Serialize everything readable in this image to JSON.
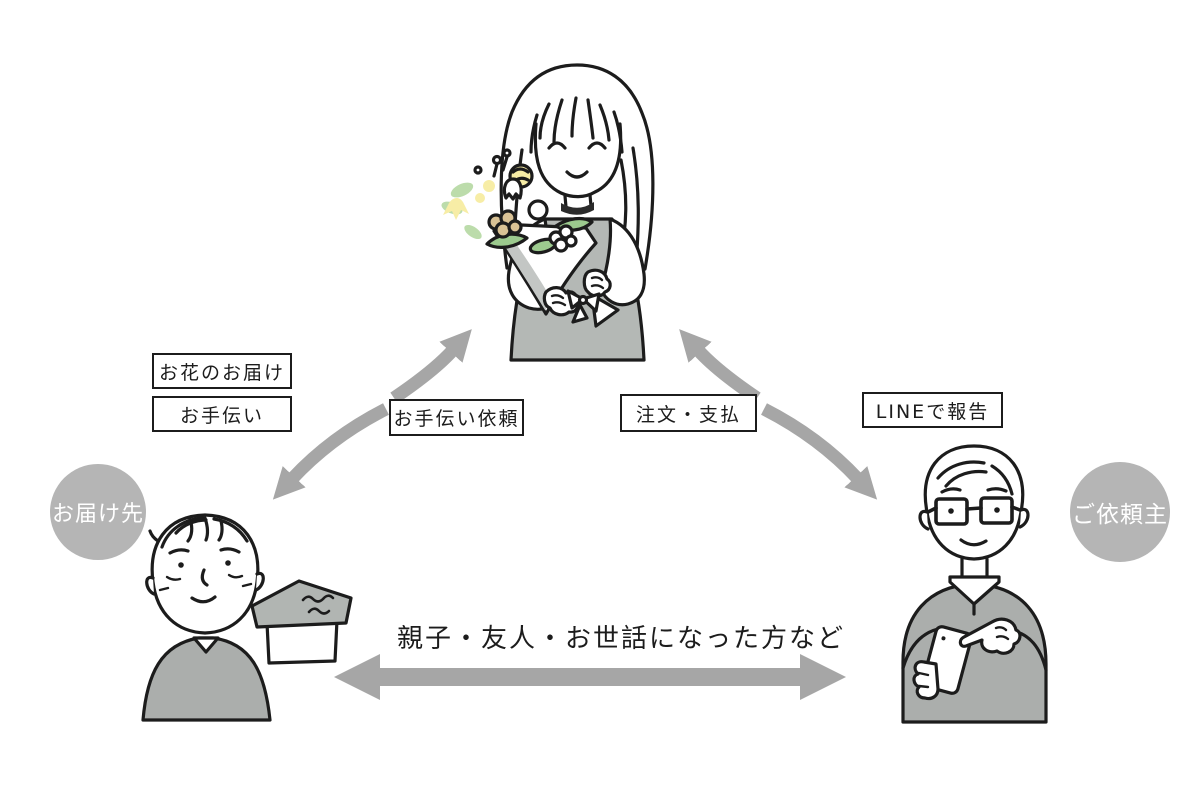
{
  "labels": {
    "flower_delivery": "お花のお届け",
    "help": "お手伝い",
    "help_request": "お手伝い依頼",
    "order_payment": "注文・支払",
    "line_report": "LINEで報告",
    "relationship": "親子・友人・お世話になった方など"
  },
  "badges": {
    "recipient": "お届け先",
    "client": "ご依頼主"
  },
  "figures": {
    "top": "florist-with-bouquet",
    "bottom_left": "elderly-person-with-house",
    "bottom_right": "man-with-smartphone"
  },
  "colors": {
    "background": "#ffffff",
    "outline": "#1c1c1c",
    "arrow_gray": "#a6a6a6",
    "badge_gray": "#b5b5b5",
    "cloth_gray": "#abaeac",
    "apron_gray": "#b4b8b5",
    "roof_gray": "#b1b5b2",
    "leaf_green": "#9cca8e",
    "leaf_light_green": "#bcdcab",
    "flower_yellow": "#f7eda6",
    "flower_tan": "#d9c295"
  }
}
